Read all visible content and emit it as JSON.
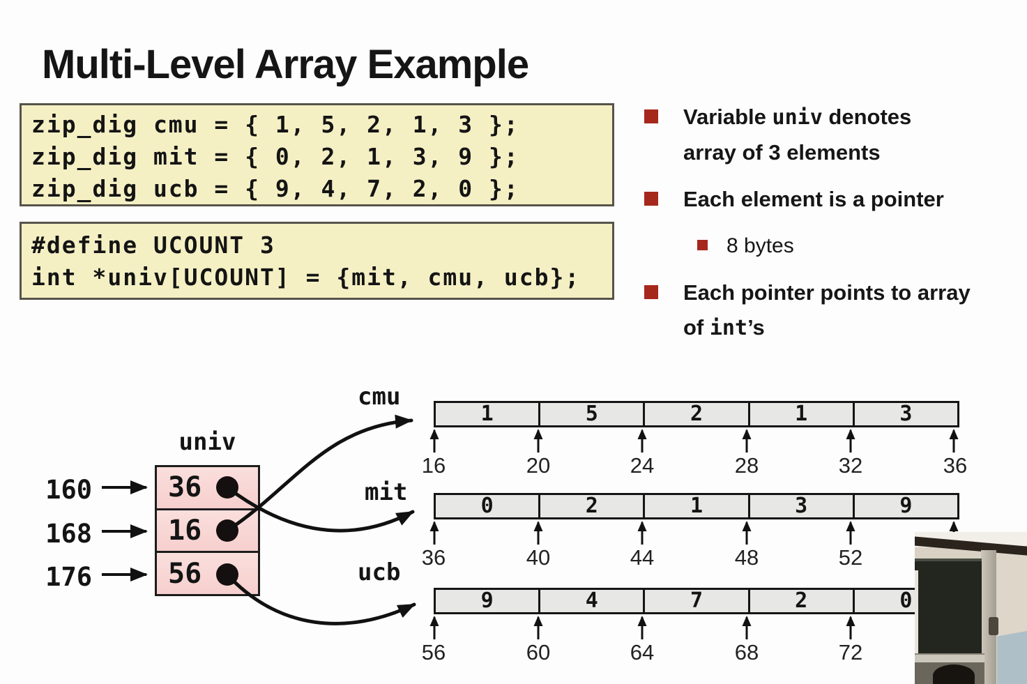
{
  "slide": {
    "title": "Multi-Level Array Example",
    "code1": {
      "line1": "zip_dig cmu = { 1, 5, 2, 1, 3 };",
      "line2": "zip_dig mit = { 0, 2, 1, 3, 9 };",
      "line3": "zip_dig ucb = { 9, 4, 7, 2, 0 };"
    },
    "code2": {
      "line1": "#define UCOUNT 3",
      "line2": "int *univ[UCOUNT] = {mit, cmu, ucb};"
    },
    "bullets": {
      "b1": {
        "l1a": "Variable ",
        "l1b": "univ",
        "l1c": " denotes",
        "l2": "array of 3 elements"
      },
      "b2": {
        "l1": "Each element is a pointer"
      },
      "b2sub": {
        "l1": "8 bytes"
      },
      "b3": {
        "l1": "Each pointer points to array",
        "l2a": "of ",
        "l2b": "int",
        "l2c": "’s"
      }
    }
  },
  "diagram": {
    "univ_label": "univ",
    "univ_rows": [
      {
        "addr": "160",
        "val": "36"
      },
      {
        "addr": "168",
        "val": "16"
      },
      {
        "addr": "176",
        "val": "56"
      }
    ],
    "arrays": [
      {
        "label": "cmu",
        "values": [
          "1",
          "5",
          "2",
          "1",
          "3"
        ],
        "addresses": [
          "16",
          "20",
          "24",
          "28",
          "32",
          "36"
        ]
      },
      {
        "label": "mit",
        "values": [
          "0",
          "2",
          "1",
          "3",
          "9"
        ],
        "addresses": [
          "36",
          "40",
          "44",
          "48",
          "52"
        ]
      },
      {
        "label": "ucb",
        "values": [
          "9",
          "4",
          "7",
          "2",
          "0"
        ],
        "addresses": [
          "56",
          "60",
          "64",
          "68",
          "72"
        ]
      }
    ]
  },
  "colors": {
    "bullet_red": "#a6271c",
    "code_background": "#f5f0c4",
    "pointer_cell_pink": "#f8d6d4",
    "array_cell_gray": "#e7e7e5",
    "line_black": "#151515"
  }
}
